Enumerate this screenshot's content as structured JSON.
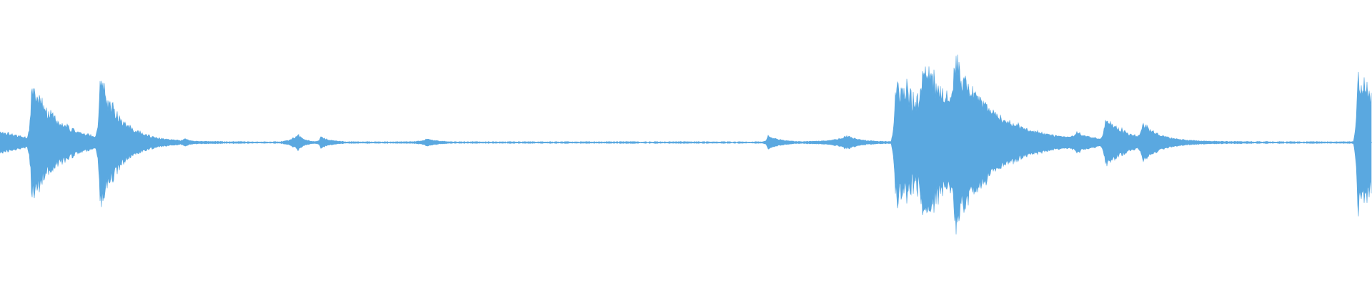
{
  "waveform": {
    "color": "#5aa8e0",
    "baseline_amplitude": 0.008,
    "events": [
      {
        "t": 0.0,
        "peak": 0.1,
        "rise": 0.0,
        "decay": 0.02,
        "type": "noise"
      },
      {
        "t": 0.023,
        "peak": 0.48,
        "rise": 0.001,
        "decay": 0.02,
        "type": "hit"
      },
      {
        "t": 0.073,
        "peak": 0.52,
        "rise": 0.001,
        "decay": 0.015,
        "type": "hit"
      },
      {
        "t": 0.135,
        "peak": 0.025,
        "rise": 0.001,
        "decay": 0.002,
        "type": "hit"
      },
      {
        "t": 0.217,
        "peak": 0.07,
        "rise": 0.004,
        "decay": 0.004,
        "type": "blip"
      },
      {
        "t": 0.234,
        "peak": 0.05,
        "rise": 0.001,
        "decay": 0.006,
        "type": "hit"
      },
      {
        "t": 0.312,
        "peak": 0.03,
        "rise": 0.004,
        "decay": 0.006,
        "type": "blip"
      },
      {
        "t": 0.56,
        "peak": 0.06,
        "rise": 0.001,
        "decay": 0.008,
        "type": "hit"
      },
      {
        "t": 0.618,
        "peak": 0.05,
        "rise": 0.01,
        "decay": 0.01,
        "type": "blip"
      },
      {
        "t": 0.653,
        "peak": 0.6,
        "rise": 0.001,
        "decay": 0.04,
        "type": "burst"
      },
      {
        "t": 0.673,
        "peak": 0.42,
        "rise": 0.001,
        "decay": 0.02,
        "type": "hit"
      },
      {
        "t": 0.696,
        "peak": 0.45,
        "rise": 0.001,
        "decay": 0.025,
        "type": "hit"
      },
      {
        "t": 0.785,
        "peak": 0.05,
        "rise": 0.002,
        "decay": 0.01,
        "type": "blip"
      },
      {
        "t": 0.806,
        "peak": 0.2,
        "rise": 0.001,
        "decay": 0.015,
        "type": "hit"
      },
      {
        "t": 0.833,
        "peak": 0.13,
        "rise": 0.001,
        "decay": 0.012,
        "type": "hit"
      },
      {
        "t": 0.99,
        "peak": 0.6,
        "rise": 0.001,
        "decay": 0.03,
        "type": "hit"
      }
    ]
  }
}
